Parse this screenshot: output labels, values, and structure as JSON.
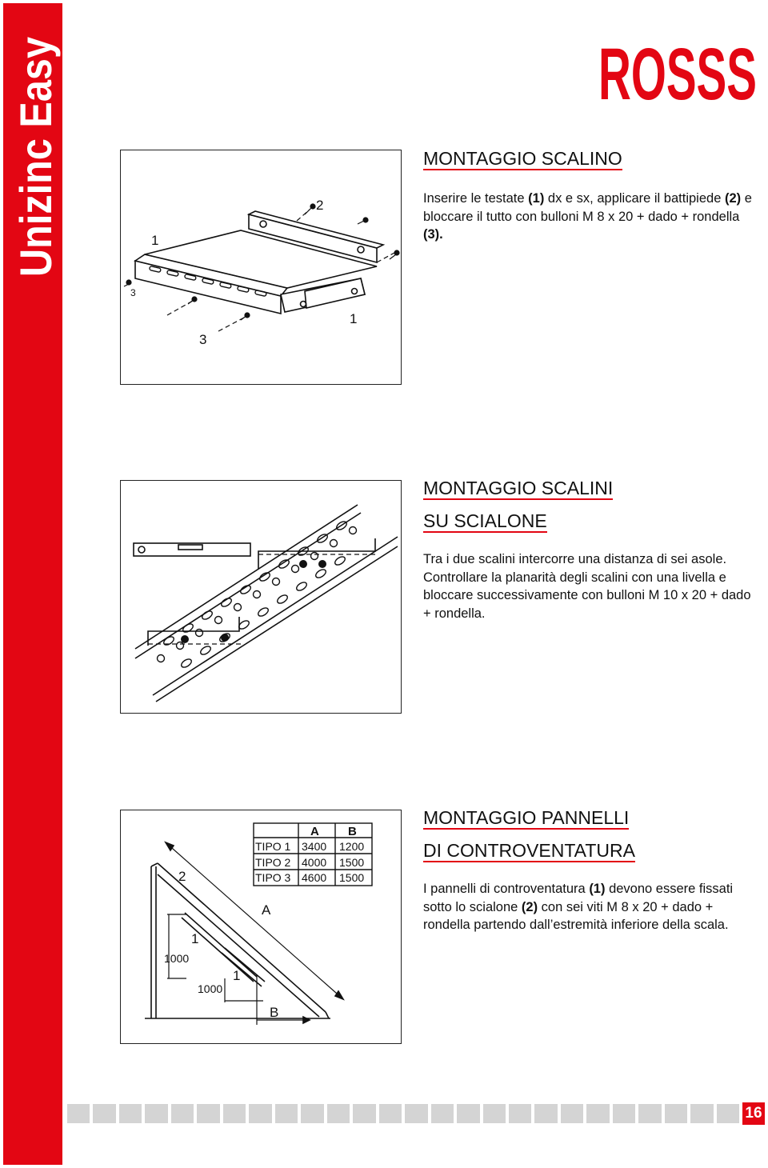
{
  "brand": {
    "series_title": "Unizinc Easy",
    "logo_text": "ROSSS",
    "accent_color": "#e30613"
  },
  "sections": [
    {
      "title_lines": [
        "MONTAGGIO SCALINO"
      ],
      "body_parts": [
        {
          "text": "Inserire le testate ",
          "bold": false
        },
        {
          "text": "(1)",
          "bold": true
        },
        {
          "text": " dx e sx, applicare il battipiede ",
          "bold": false
        },
        {
          "text": "(2)",
          "bold": true
        },
        {
          "text": " e bloccare il tutto con bulloni M 8 x 20 + dado + rondella ",
          "bold": false
        },
        {
          "text": "(3).",
          "bold": true
        }
      ],
      "figure_labels": [
        "1",
        "2",
        "3",
        "3",
        "1"
      ]
    },
    {
      "title_lines": [
        "MONTAGGIO SCALINI",
        "SU SCIALONE"
      ],
      "body_parts": [
        {
          "text": "Tra i due scalini intercorre una distanza di sei asole. Controllare la planarità degli scalini con una livella e bloccare successivamente con bulloni M 10 x 20 + dado + rondella.",
          "bold": false
        }
      ]
    },
    {
      "title_lines": [
        "MONTAGGIO PANNELLI",
        "DI CONTROVENTATURA"
      ],
      "body_parts": [
        {
          "text": "I pannelli di controventatura ",
          "bold": false
        },
        {
          "text": "(1)",
          "bold": true
        },
        {
          "text": " devono essere fissati sotto lo scialone ",
          "bold": false
        },
        {
          "text": "(2)",
          "bold": true
        },
        {
          "text": " con sei viti M 8 x 20 + dado + rondella partendo dall’estremità inferiore della scala.",
          "bold": false
        }
      ],
      "figure_labels": {
        "two": "2",
        "a": "A",
        "b": "B",
        "one_upper": "1",
        "one_lower": "1",
        "dim_vertical": "1000",
        "dim_horizontal": "1000"
      },
      "table": {
        "headers": [
          "",
          "A",
          "B"
        ],
        "rows": [
          [
            "TIPO 1",
            "3400",
            "1200"
          ],
          [
            "TIPO 2",
            "4000",
            "1500"
          ],
          [
            "TIPO 3",
            "4600",
            "1500"
          ]
        ]
      }
    }
  ],
  "page_number": "16",
  "footer_cells": 26
}
